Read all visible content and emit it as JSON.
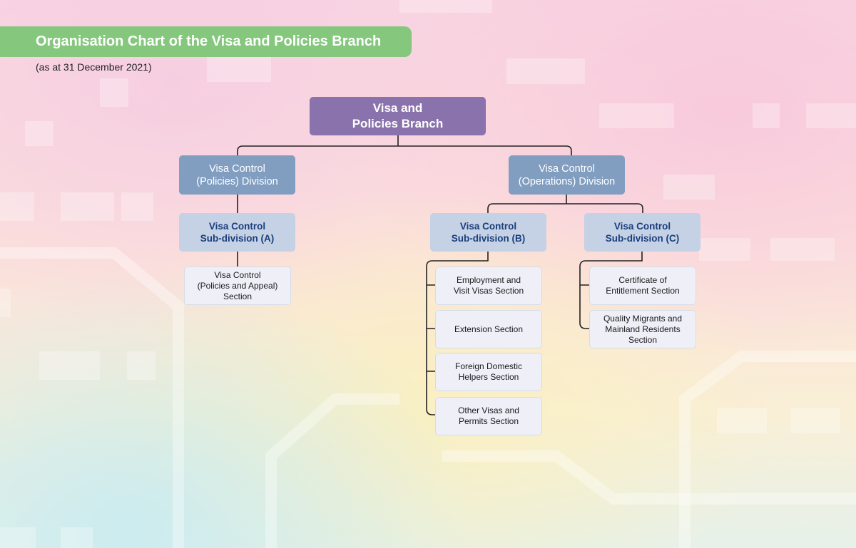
{
  "header": {
    "title": "Organisation Chart of the Visa and Policies Branch",
    "subtitle": "(as at 31 December 2021)"
  },
  "org": {
    "branch": "Visa and\nPolicies Branch",
    "policies_division": "Visa Control\n(Policies) Division",
    "operations_division": "Visa Control\n(Operations) Division",
    "subdivision_a": "Visa Control\nSub-division (A)",
    "subdivision_b": "Visa Control\nSub-division (B)",
    "subdivision_c": "Visa Control\nSub-division (C)",
    "sections_a": [
      "Visa Control\n(Policies and Appeal)\nSection"
    ],
    "sections_b": [
      "Employment and\nVisit Visas Section",
      "Extension Section",
      "Foreign Domestic\nHelpers Section",
      "Other Visas and\nPermits Section"
    ],
    "sections_c": [
      "Certificate of\nEntitlement Section",
      "Quality Migrants and\nMainland Residents\nSection"
    ]
  },
  "colors": {
    "title_bar": "#84c77d",
    "branch": "#8a73ac",
    "division": "#819ec1",
    "subdivision": "#c5d1e5",
    "subdivision_text": "#1b3f7c",
    "section": "#efeff8",
    "connector": "#222222"
  }
}
